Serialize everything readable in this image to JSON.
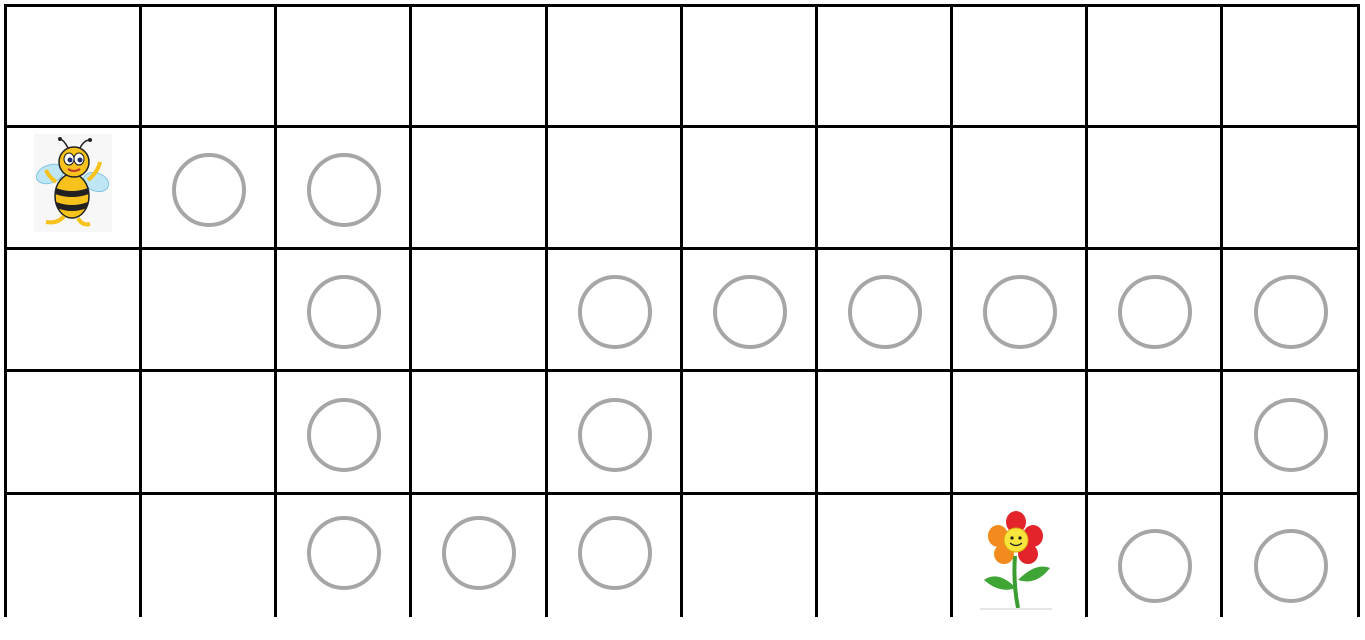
{
  "board": {
    "rows": 5,
    "cols": 10,
    "grid_color": "#000000",
    "path_circle_color": "#a6a6a6",
    "bee": {
      "row": 1,
      "col": 0,
      "icon": "bee-icon"
    },
    "flower": {
      "row": 4,
      "col": 7,
      "icon": "flower-icon"
    },
    "path": [
      [
        1,
        1
      ],
      [
        1,
        2
      ],
      [
        2,
        2
      ],
      [
        2,
        4
      ],
      [
        2,
        5
      ],
      [
        2,
        6
      ],
      [
        2,
        7
      ],
      [
        2,
        8
      ],
      [
        2,
        9
      ],
      [
        3,
        2
      ],
      [
        3,
        4
      ],
      [
        3,
        9
      ],
      [
        4,
        2
      ],
      [
        4,
        3
      ],
      [
        4,
        4
      ],
      [
        4,
        8
      ],
      [
        4,
        9
      ]
    ]
  }
}
